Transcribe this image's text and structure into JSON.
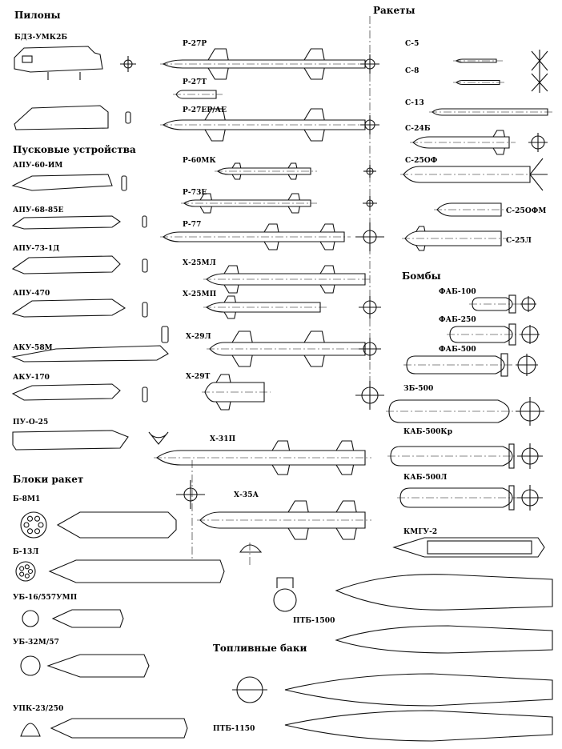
{
  "headings": {
    "pylons": "Пилоны",
    "launchers": "Пусковые устройства",
    "rocket_pods": "Блоки ракет",
    "missiles": "Ракеты",
    "bombs": "Бомбы",
    "fuel_tanks": "Топливные баки"
  },
  "labels": {
    "bdz": "БДЗ-УМК2Б",
    "apu60": "АПУ-60-ИМ",
    "apu68": "АПУ-68-85Е",
    "apu73": "АПУ-73-1Д",
    "apu470": "АПУ-470",
    "aku58": "АКУ-58М",
    "aku170": "АКУ-170",
    "puo25": "ПУ-О-25",
    "b8m1": "Б-8М1",
    "b13l": "Б-13Л",
    "ub16": "УБ-16/557УМП",
    "ub32": "УБ-32М/57",
    "upk": "УПК-23/250",
    "r27r": "Р-27Р",
    "r27t": "Р-27Т",
    "r27er": "Р-27ЕР/АЕ",
    "r60": "Р-60МК",
    "r73": "Р-73Е",
    "r77": "Р-77",
    "x25ml": "Х-25МЛ",
    "x25mp": "Х-25МП",
    "x29l": "Х-29Л",
    "x29t": "Х-29Т",
    "x31p": "Х-31П",
    "x35a": "Х-35А",
    "ptb1500": "ПТБ-1500",
    "ptb1150": "ПТБ-1150",
    "s5": "С-5",
    "s8": "С-8",
    "s13": "С-13",
    "s24": "С-24Б",
    "s25of": "С-25ОФ",
    "s25ofm": "С-25ОФМ",
    "s25l": "С-25Л",
    "fab100": "ФАБ-100",
    "fab250": "ФАБ-250",
    "fab500": "ФАБ-500",
    "zb500": "ЗБ-500",
    "kab500kr": "КАБ-500Кр",
    "kab500l": "КАБ-500Л",
    "kmgu": "КМГУ-2"
  }
}
